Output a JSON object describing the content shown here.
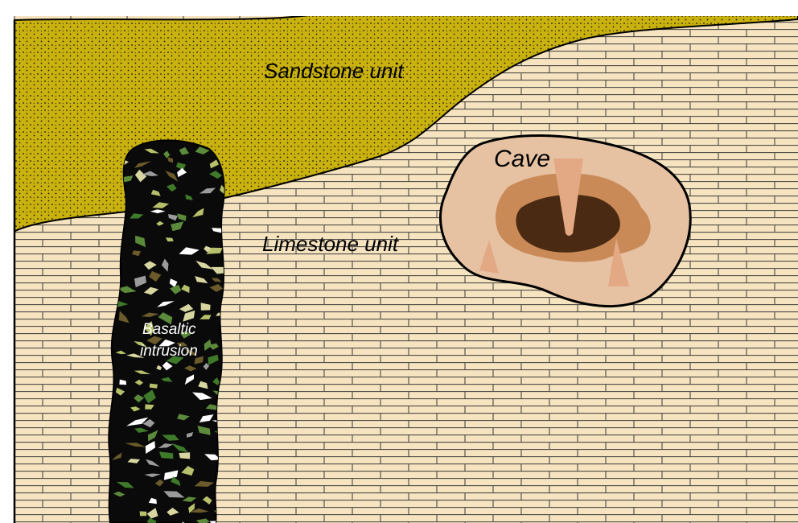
{
  "labels": {
    "sandstone": "Sandstone unit",
    "limestone": "Limestone unit",
    "cave": "Cave",
    "basalt_line1": "Basaltic",
    "basalt_line2": "intrusion"
  },
  "colors": {
    "sandstone_fill": "#C9B10E",
    "sandstone_dots": "#1a1a1a",
    "limestone_fill": "#F6E3BF",
    "limestone_lines": "#3a3a3a",
    "basalt_fill": "#0a0a0a",
    "cave_outer": "#E6C2A3",
    "cave_mid": "#C98A58",
    "cave_inner": "#4A2A12",
    "speleothem": "#E2A984",
    "outline": "#000000"
  },
  "basalt_clast_colors": [
    "#3f7a2a",
    "#d8d6a0",
    "#9b9b9b",
    "#6b5a2a",
    "#b7c06a",
    "#ffffff",
    "#5a8a3a"
  ]
}
